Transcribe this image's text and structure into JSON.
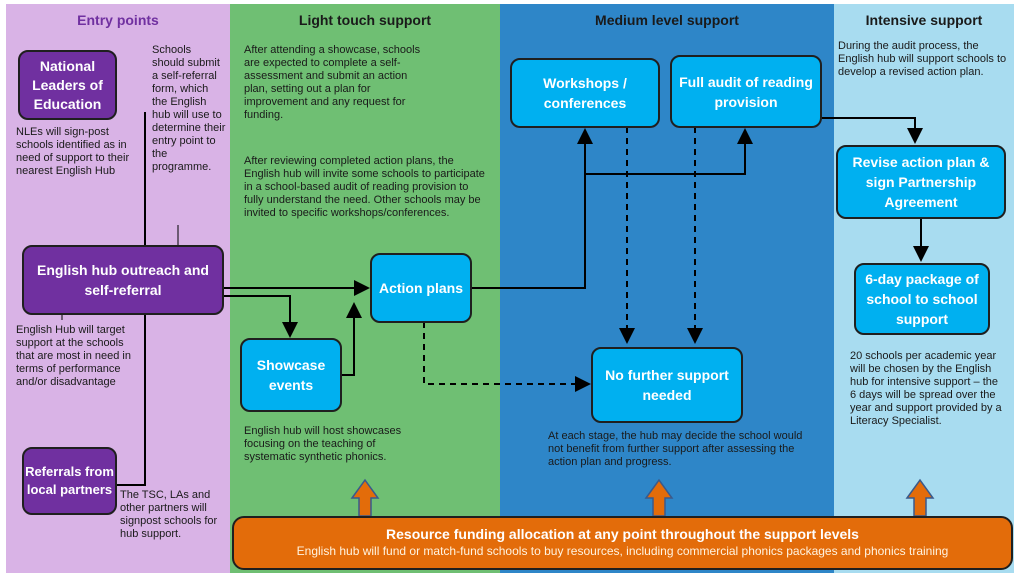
{
  "columns": {
    "entry": {
      "title": "Entry points",
      "color": "#d9b3e6"
    },
    "light": {
      "title": "Light touch support",
      "color": "#6fbf73"
    },
    "medium": {
      "title": "Medium level support",
      "color": "#2e86c8"
    },
    "intensive": {
      "title": "Intensive support",
      "color": "#a8dcf0"
    }
  },
  "entry": {
    "nle_box": "National Leaders of Education",
    "nle_text": "NLEs will sign-post schools identified as in need of support to their nearest English Hub",
    "schools_text": "Schools should submit a self-referral form, which the English hub will use to determine their entry point to the programme.",
    "outreach_box": "English hub outreach and self-referral",
    "target_text": "English Hub will target support at the schools that are most in need in terms of performance and/or disadvantage",
    "referrals_box": "Referrals from local partners",
    "tsc_text": "The TSC, LAs and other partners will signpost schools for hub support."
  },
  "light": {
    "showcase_text": "After attending a showcase, schools are expected to complete a self-assessment and submit an action plan, setting out a plan for improvement and any request for funding.",
    "review_text": "After reviewing completed action plans, the English hub will invite some schools to participate in a school-based audit of reading provision to fully understand the need. Other schools may be invited to specific workshops/conferences.",
    "action_box": "Action plans",
    "showcase_box": "Showcase events",
    "host_text": "English hub will host showcases focusing on the teaching of systematic synthetic phonics."
  },
  "medium": {
    "workshops_box": "Workshops / conferences",
    "audit_box": "Full audit of reading provision",
    "no_further_box": "No further support needed",
    "stage_text": "At each stage, the hub may decide the school would not benefit from further support after assessing the action plan and progress."
  },
  "intensive": {
    "audit_text": "During the audit process, the English hub will support schools to develop a revised action plan.",
    "revise_box": "Revise action plan & sign Partnership Agreement",
    "package_box": "6-day package of school to school support",
    "schools20_text": "20 schools per academic year will be chosen by the English hub for intensive support – the 6 days will be spread over the year and support provided by a Literacy Specialist."
  },
  "funding": {
    "title": "Resource funding allocation at any point throughout the support levels",
    "subtitle": "English hub will fund or match-fund schools to buy resources, including commercial phonics packages and phonics training"
  },
  "colors": {
    "purple": "#7030a0",
    "blue": "#00b0f0",
    "orange": "#e36c0a"
  }
}
